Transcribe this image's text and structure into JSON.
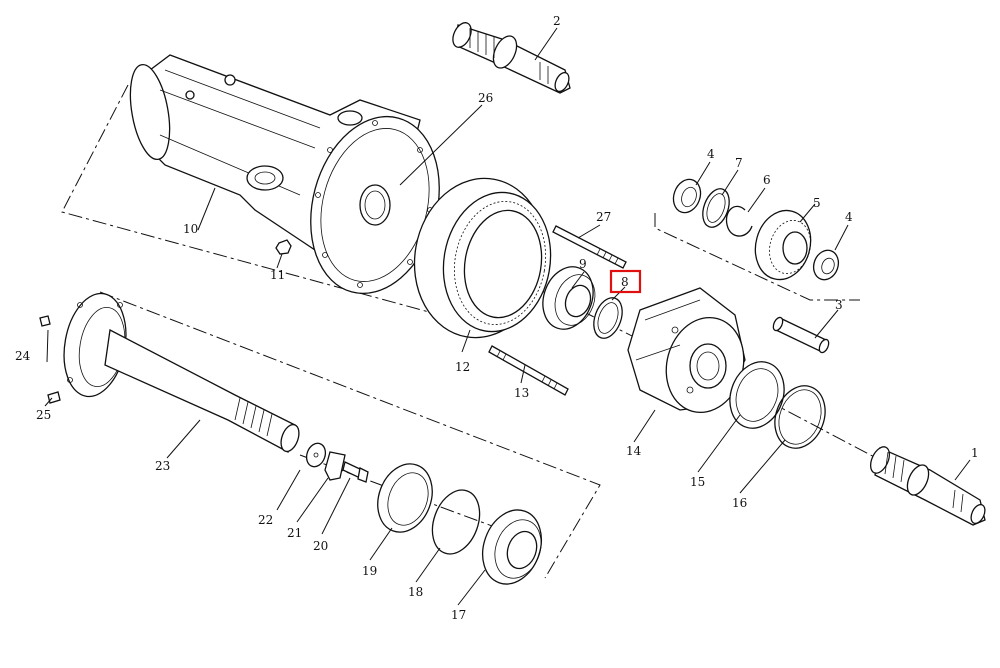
{
  "diagram": {
    "callouts": [
      "1",
      "2",
      "3",
      "4",
      "4",
      "5",
      "6",
      "7",
      "8",
      "9",
      "10",
      "11",
      "12",
      "13",
      "14",
      "15",
      "16",
      "17",
      "18",
      "19",
      "20",
      "21",
      "22",
      "23",
      "24",
      "25",
      "26",
      "27"
    ],
    "highlighted_callout": "8",
    "highlight_color": "#e01010",
    "line_color": "#111111"
  }
}
